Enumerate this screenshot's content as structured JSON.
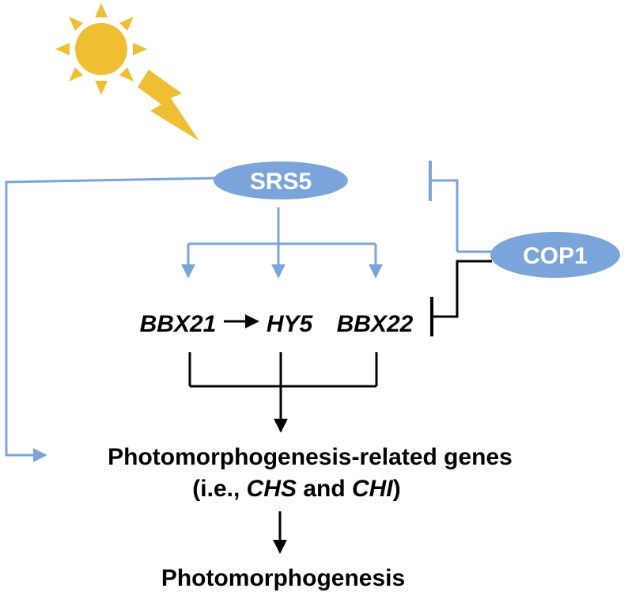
{
  "nodes": {
    "srs5": "SRS5",
    "cop1": "COP1"
  },
  "genes": {
    "bbx21": "BBX21",
    "hy5": "HY5",
    "bbx22": "BBX22"
  },
  "targets": {
    "line1": "Photomorphogenesis-related genes",
    "line2_open": "(i.e., ",
    "chs": "CHS",
    "and": " and ",
    "chi": "CHI",
    "line2_close": ")"
  },
  "outcome": "Photomorphogenesis",
  "icons": {
    "sun": "sun-icon",
    "light": "lightning-icon"
  },
  "colors": {
    "node_fill": "#7AA4DA",
    "activation_line": "#7AA4DA",
    "sun": "#F0BE32",
    "text": "#000000"
  }
}
